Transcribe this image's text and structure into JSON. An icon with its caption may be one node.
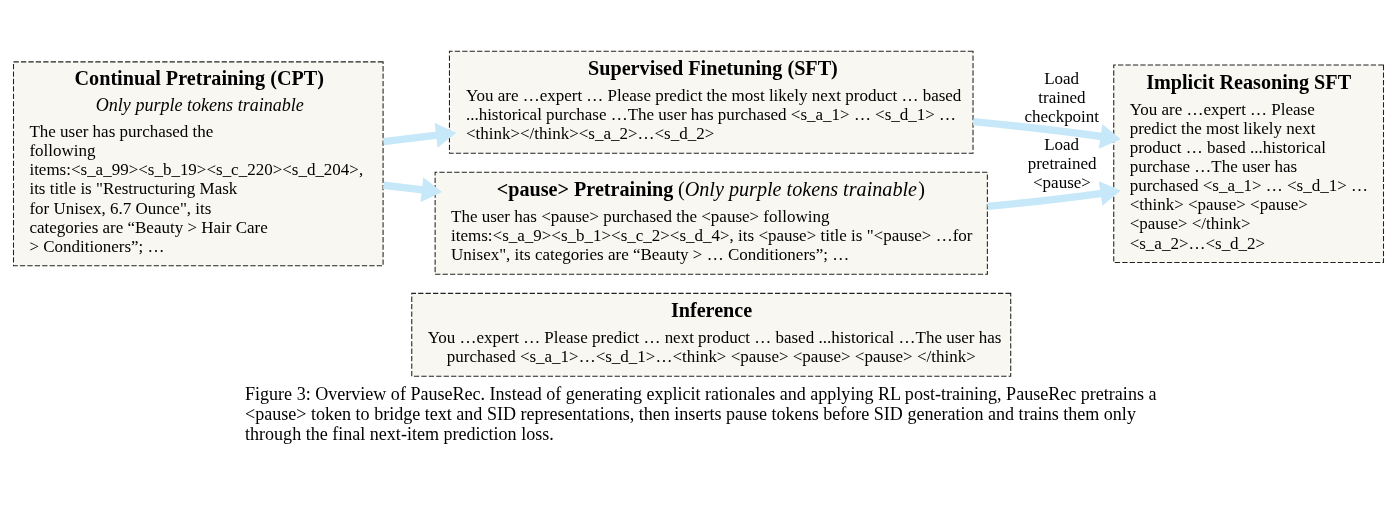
{
  "diagram": {
    "caption": "Figure 3: Overview of PauseRec. Instead of generating explicit rationales and applying RL post-training, PauseRec pretrains a <pause> token to bridge text and SID representations, then inserts pause tokens before SID generation and trains them only through the final next-item prediction loss.",
    "nodes": [
      {
        "text": [
          "Continual Pretraining (CPT)",
          "Only purple tokens trainable",
          "The user has purchased the following items:<s_a_99><s_b_19><s_c_220><s_d_204>, its title is \"Restructuring Mask for Unisex, 6.7 Ounce\", its categories are “Beauty > Hair Care > Conditioners”; …"
        ]
      },
      {
        "text": [
          "Supervised Finetuning (SFT)",
          "You are …expert … Please predict the most likely next product … based ...historical purchase …The user has purchased <s_a_1> … <s_d_1> … <think></think><s_a_2>…<s_d_2>"
        ]
      },
      {
        "text": [
          "**<pause> Pretraining** (*Only purple tokens trainable*)",
          "The user has <pause> purchased the <pause> following items:<s_a_9><s_b_1><s_c_2><s_d_4>, its <pause> title is \"<pause> …for Unisex\", its categories are “Beauty > … Conditioners”; …"
        ]
      },
      {
        "text": [
          "Implicit Reasoning SFT",
          "You are …expert … Please predict the most likely next product … based ...historical purchase …The user has purchased <s_a_1> … <s_d_1> … <think> <pause> <pause> <pause> </think> <s_a_2>…<s_d_2>"
        ]
      },
      {
        "text": [
          "Inference",
          "You …expert … Please predict … next product … based ...historical …The user has purchased <s_a_1>…<s_d_1>…<think> <pause> <pause> <pause> </think>"
        ]
      }
    ],
    "edges": [
      {
        "from": 0,
        "to": 1,
        "arrow": "to"
      },
      {
        "from": 0,
        "to": 2,
        "arrow": "to"
      },
      {
        "from": 1,
        "to": 3,
        "arrow": "to",
        "label": "Load trained checkpoint"
      },
      {
        "from": 2,
        "to": 3,
        "arrow": "to",
        "label": "Load pretrained <pause>"
      }
    ]
  }
}
